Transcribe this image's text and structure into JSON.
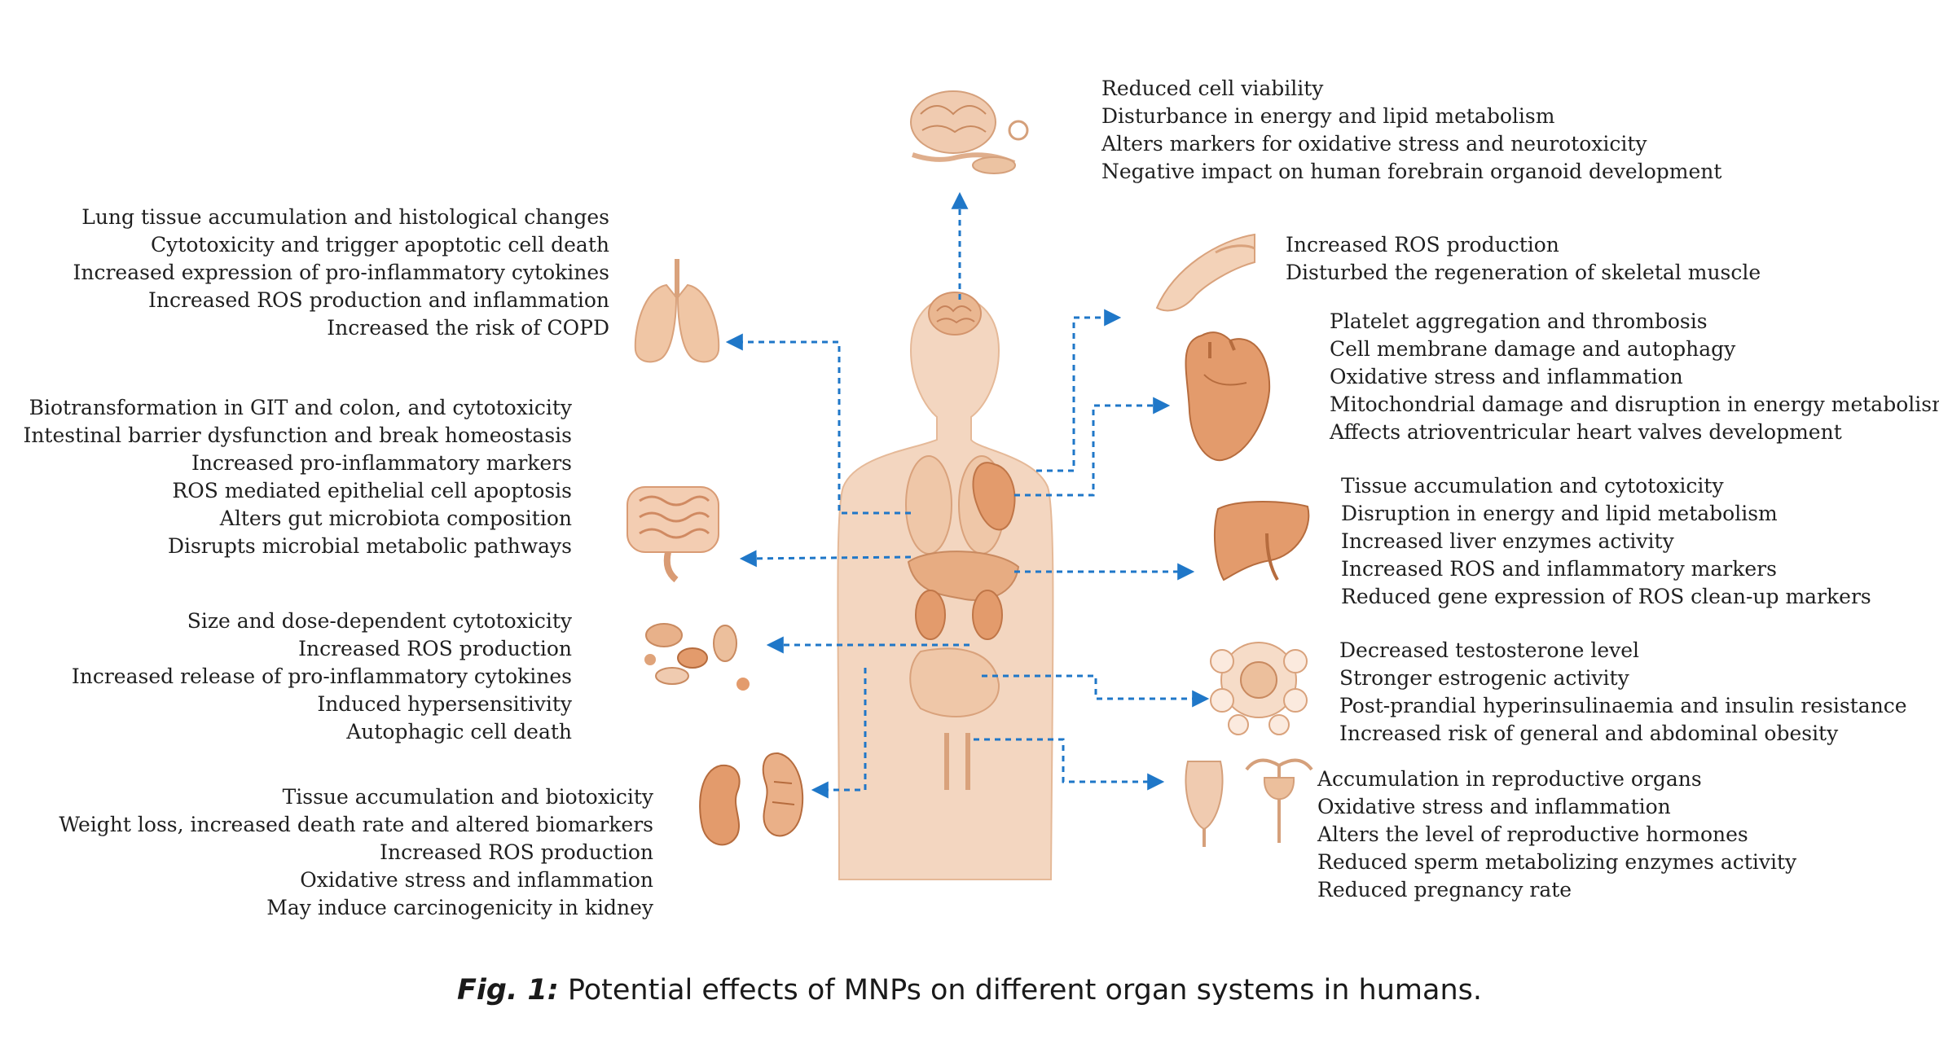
{
  "colors": {
    "skin": "#f0c9a8",
    "skin_dark": "#e0a57c",
    "organ": "#e7a478",
    "arrow": "#1f77c8",
    "text": "#1f1f1f"
  },
  "organs": [
    {
      "id": "brain",
      "icon": "brain-neuron-icon",
      "effects": [
        "Reduced cell viability",
        "Disturbance in energy and lipid metabolism",
        "Alters markers for oxidative stress and neurotoxicity",
        "Negative impact on human forebrain organoid development"
      ]
    },
    {
      "id": "lung",
      "icon": "lungs-icon",
      "effects": [
        "Lung tissue  accumulation and histological changes",
        "Cytotoxicity and trigger apoptotic cell death",
        "Increased expression of pro-inflammatory cytokines",
        "Increased ROS production and inflammation",
        "Increased the risk of COPD"
      ]
    },
    {
      "id": "muscle",
      "icon": "arm-muscle-icon",
      "effects": [
        "Increased ROS production",
        "Disturbed the regeneration of skeletal muscle"
      ]
    },
    {
      "id": "heart",
      "icon": "heart-icon",
      "effects": [
        "Platelet aggregation and thrombosis",
        "Cell membrane damage and autophagy",
        "Oxidative stress and inflammation",
        "Mitochondrial damage and disruption in energy metabolism",
        "Affects atrioventricular heart valves development"
      ]
    },
    {
      "id": "intestine",
      "icon": "intestine-icon",
      "effects": [
        "Biotransformation in GIT and colon, and cytotoxicity",
        "Intestinal barrier dysfunction and break homeostasis",
        "Increased pro-inflammatory markers",
        "ROS mediated epithelial cell apoptosis",
        "Alters gut microbiota composition",
        "Disrupts microbial metabolic pathways"
      ]
    },
    {
      "id": "liver",
      "icon": "liver-icon",
      "effects": [
        "Tissue accumulation and cytotoxicity",
        "Disruption in energy and lipid metabolism",
        "Increased liver enzymes activity",
        "Increased ROS and inflammatory markers",
        "Reduced gene expression  of ROS clean-up markers"
      ]
    },
    {
      "id": "cells",
      "icon": "cells-icon",
      "effects": [
        "Size and dose-dependent  cytotoxicity",
        "Increased ROS production",
        "Increased release of pro-inflammatory cytokines",
        "Induced hypersensitivity",
        "Autophagic cell death"
      ]
    },
    {
      "id": "endocrine",
      "icon": "endocrine-system-icon",
      "effects": [
        "Decreased testosterone level",
        "Stronger estrogenic activity",
        "Post-prandial hyperinsulinaemia  and insulin resistance",
        "Increased risk of general and abdominal obesity"
      ]
    },
    {
      "id": "kidney",
      "icon": "kidney-icon",
      "effects": [
        "Tissue accumulation and biotoxicity",
        "Weight loss, increased death rate and altered biomarkers",
        "Increased ROS production",
        "Oxidative stress and inflammation",
        "May induce carcinogenicity in kidney"
      ]
    },
    {
      "id": "reproductive",
      "icon": "reproductive-organs-icon",
      "effects": [
        "Accumulation in reproductive organs",
        "Oxidative stress and inflammation",
        "Alters the level of reproductive hormones",
        "Reduced sperm metabolizing enzymes activity",
        "Reduced pregnancy rate"
      ]
    }
  ],
  "caption": {
    "label": "Fig. 1:",
    "text": " Potential effects of MNPs on different organ systems in humans."
  }
}
